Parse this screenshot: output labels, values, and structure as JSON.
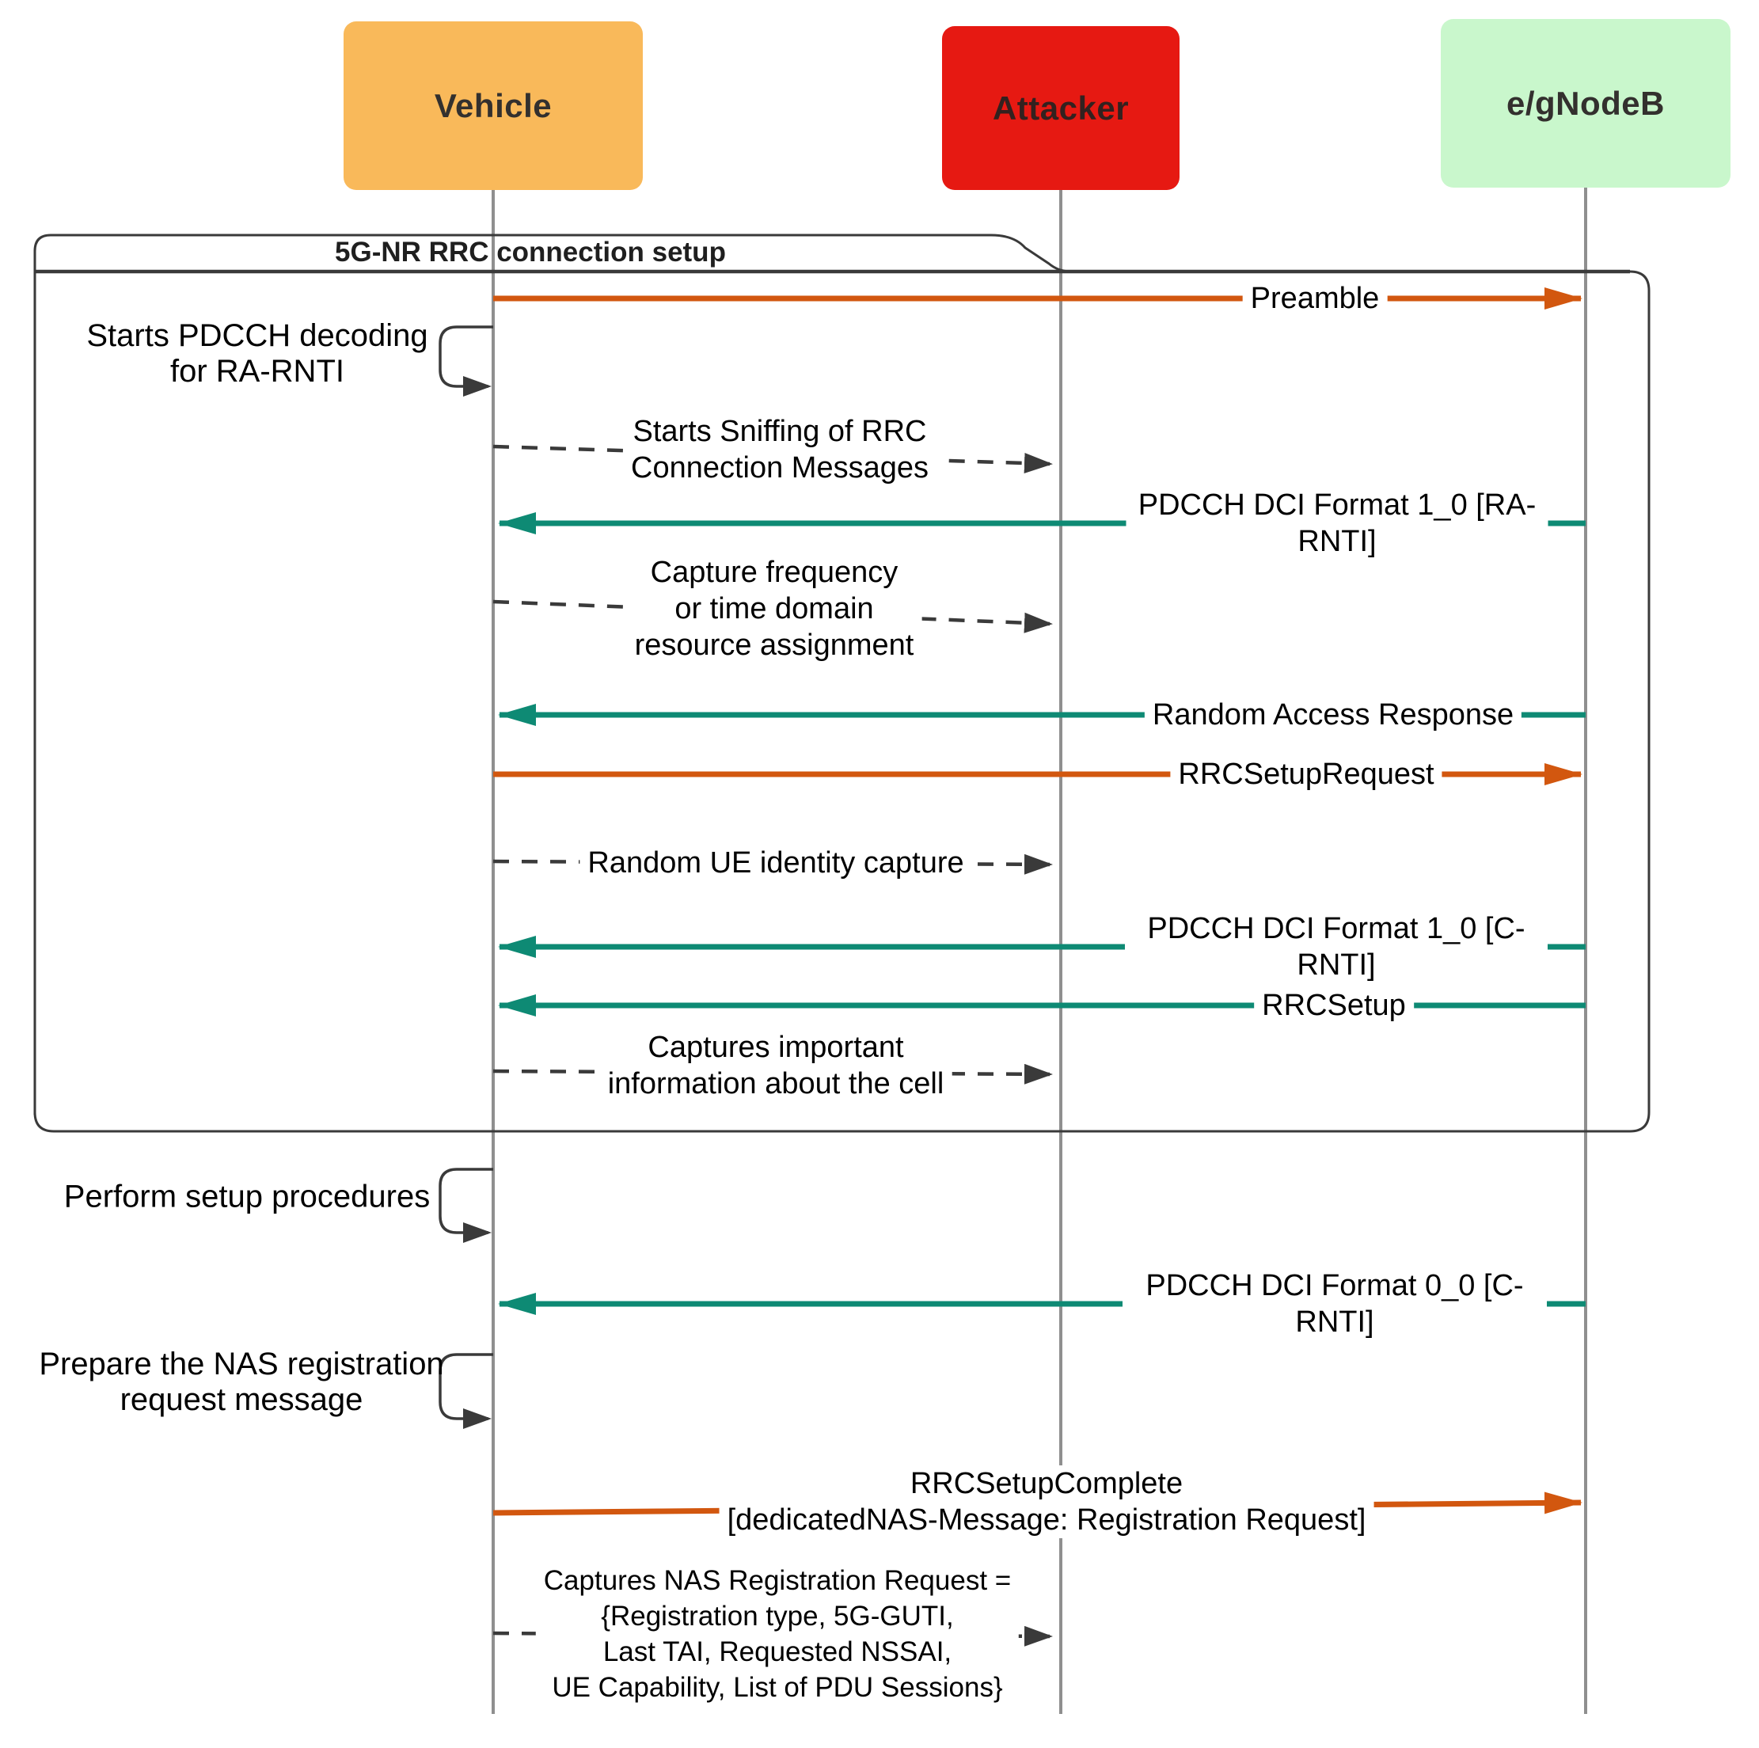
{
  "diagram": {
    "type": "sequence-diagram",
    "frame": {
      "title": "5G-NR RRC connection setup"
    },
    "actors": [
      {
        "id": "vehicle",
        "label": "Vehicle",
        "fill": "#F9B95A"
      },
      {
        "id": "attacker",
        "label": "Attacker",
        "fill": "#E61912"
      },
      {
        "id": "egnodeb",
        "label": "e/gNodeB",
        "fill": "#C9F7CC"
      }
    ],
    "colors": {
      "uplink_arrow": "#D2570F",
      "downlink_arrow": "#0E8A74",
      "sniff_arrow": "#3A3A3A",
      "lifeline": "#8F8F8F",
      "frame_border": "#3A3A3A"
    },
    "messages": {
      "preamble": {
        "label": "Preamble",
        "from": "Vehicle",
        "to": "e/gNodeB",
        "style": "solid-orange"
      },
      "starts_pdcch": {
        "label": "Starts PDCCH decoding\nfor RA-RNTI",
        "from": "Vehicle",
        "to": "Vehicle",
        "style": "self"
      },
      "sniffing": {
        "label": "Starts Sniffing of RRC\nConnection Messages",
        "from": "Vehicle",
        "to": "Attacker",
        "style": "dashed"
      },
      "pdcch_ra": {
        "label": "PDCCH DCI Format 1_0 [RA-RNTI]",
        "from": "e/gNodeB",
        "to": "Vehicle",
        "style": "solid-teal"
      },
      "capture_freq": {
        "label": "Capture frequency\nor time domain\nresource assignment",
        "from": "Vehicle",
        "to": "Attacker",
        "style": "dashed"
      },
      "rar": {
        "label": "Random Access Response",
        "from": "e/gNodeB",
        "to": "Vehicle",
        "style": "solid-teal"
      },
      "rrc_setup_req": {
        "label": "RRCSetupRequest",
        "from": "Vehicle",
        "to": "e/gNodeB",
        "style": "solid-orange"
      },
      "ue_identity": {
        "label": "Random UE identity capture",
        "from": "Vehicle",
        "to": "Attacker",
        "style": "dashed"
      },
      "pdcch_c1": {
        "label": "PDCCH DCI Format 1_0 [C-RNTI]",
        "from": "e/gNodeB",
        "to": "Vehicle",
        "style": "solid-teal"
      },
      "rrc_setup": {
        "label": "RRCSetup",
        "from": "e/gNodeB",
        "to": "Vehicle",
        "style": "solid-teal"
      },
      "cell_info": {
        "label": "Captures important\ninformation about the cell",
        "from": "Vehicle",
        "to": "Attacker",
        "style": "dashed"
      },
      "perform_setup": {
        "label": "Perform setup procedures",
        "from": "Vehicle",
        "to": "Vehicle",
        "style": "self"
      },
      "pdcch_c0": {
        "label": "PDCCH DCI Format 0_0 [C-RNTI]",
        "from": "e/gNodeB",
        "to": "Vehicle",
        "style": "solid-teal"
      },
      "prepare_nas": {
        "label": "Prepare the NAS registration\nrequest message",
        "from": "Vehicle",
        "to": "Vehicle",
        "style": "self"
      },
      "rrc_setup_complete": {
        "label": "RRCSetupComplete\n[dedicatedNAS-Message: Registration Request]",
        "from": "Vehicle",
        "to": "e/gNodeB",
        "style": "solid-orange"
      },
      "captures_nas": {
        "label": "Captures NAS Registration Request =\n{Registration type, 5G-GUTI,\nLast TAI, Requested NSSAI,\nUE Capability, List of PDU Sessions}",
        "from": "Vehicle",
        "to": "Attacker",
        "style": "dashed"
      }
    }
  }
}
